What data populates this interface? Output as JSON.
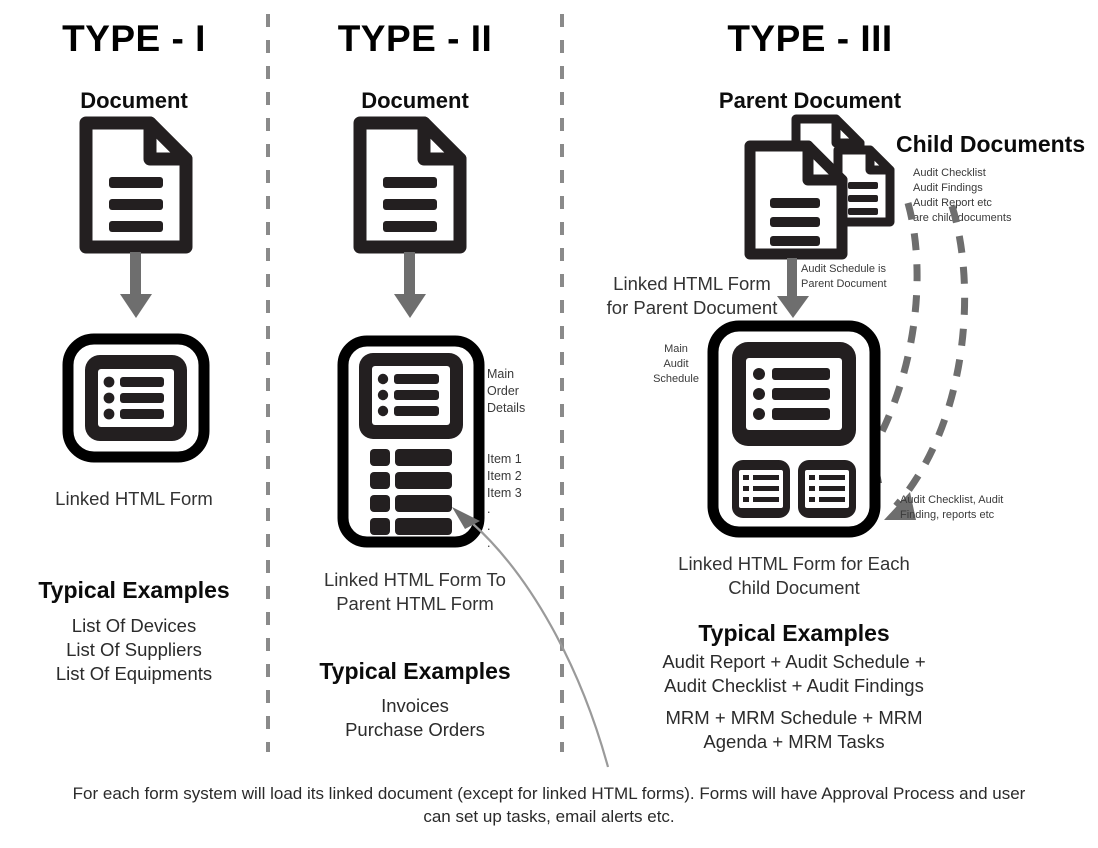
{
  "palette": {
    "ink": "#231f20",
    "black": "#000000",
    "arrow_gray": "#6e6e6e",
    "divider_gray": "#8a8a8a",
    "thin_line_gray": "#9a9a9a",
    "background": "#ffffff"
  },
  "columns": [
    {
      "id": "type-1",
      "title": "TYPE - I",
      "doc_label": "Document",
      "form_caption": "Linked HTML Form",
      "examples_heading": "Typical Examples",
      "examples": [
        "List Of Devices",
        "List Of Suppliers",
        "List Of Equipments"
      ]
    },
    {
      "id": "type-2",
      "title": "TYPE - II",
      "doc_label": "Document",
      "form_caption": "Linked HTML Form To Parent HTML Form",
      "form_caption_line1": "Linked HTML Form To",
      "form_caption_line2": "Parent HTML Form",
      "side_note_main": "Main\nOrder\nDetails",
      "side_note_main_lines": [
        "Main",
        "Order",
        "Details"
      ],
      "side_note_items": [
        "Item 1",
        "Item 2",
        "Item 3",
        ".",
        ".",
        "."
      ],
      "examples_heading": "Typical Examples",
      "examples": [
        "Invoices",
        "Purchase Orders"
      ]
    },
    {
      "id": "type-3",
      "title": "TYPE - III",
      "doc_label": "Parent Document",
      "child_docs_heading": "Child Documents",
      "child_docs_note_lines": [
        "Audit Checklist",
        "Audit Findings",
        "Audit Report etc",
        "are child documents"
      ],
      "parent_form_caption_lines": [
        "Linked HTML Form",
        "for Parent Document"
      ],
      "parent_doc_note_lines": [
        "Audit Schedule is",
        "Parent Document"
      ],
      "main_form_note_lines": [
        "Main",
        "Audit",
        "Schedule"
      ],
      "child_form_note_lines": [
        "Audit Checklist, Audit",
        "Finding, reports etc"
      ],
      "child_form_caption_lines": [
        "Linked HTML Form for Each",
        "Child Document"
      ],
      "examples_heading": "Typical Examples",
      "examples_groups": [
        [
          "Audit Report + Audit Schedule +",
          "Audit Checklist + Audit Findings"
        ],
        [
          "MRM + MRM Schedule + MRM",
          "Agenda + MRM Tasks"
        ]
      ]
    }
  ],
  "footer": {
    "line1": "For each form system will load its linked document (except for linked HTML forms). Forms will have Approval Process and user",
    "line2": "can set up tasks, email alerts etc."
  },
  "icons": {
    "document": "document-icon",
    "form": "form-icon",
    "arrow_down": "arrow-down-icon",
    "dashed_arrow": "dashed-arrow-icon",
    "divider": "vertical-dashed-divider"
  }
}
